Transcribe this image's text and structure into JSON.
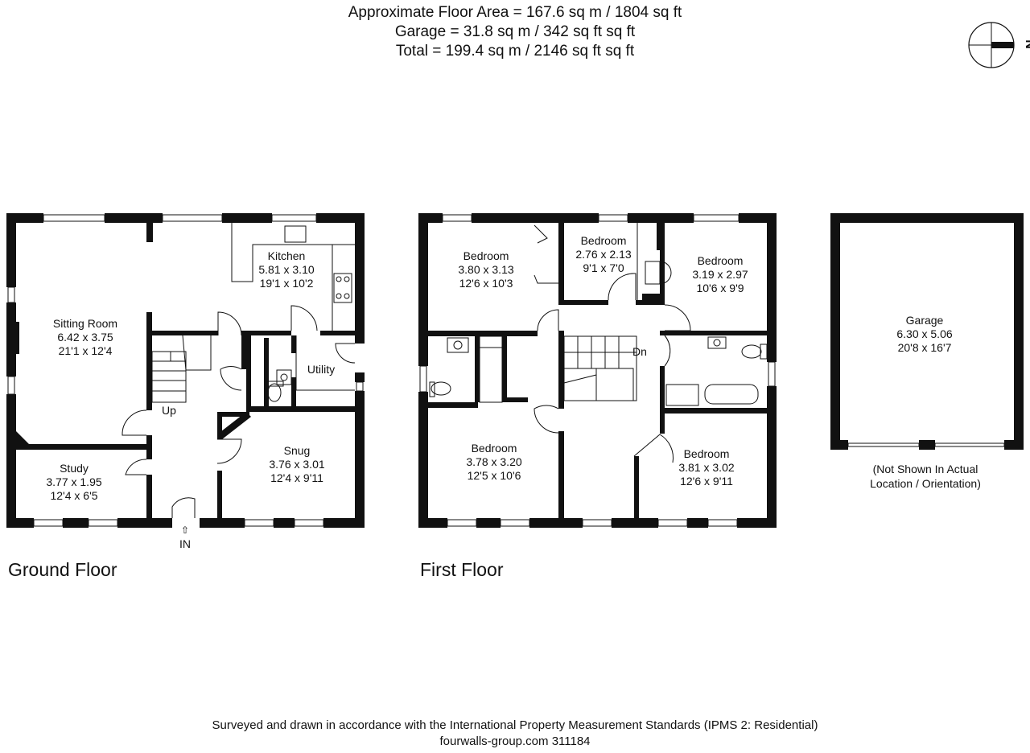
{
  "header": {
    "line1": "Approximate Floor Area = 167.6 sq m / 1804 sq ft",
    "line2": "Garage = 31.8 sq m / 342 sq ft sq ft",
    "line3": "Total = 199.4 sq m / 2146 sq ft sq ft"
  },
  "compass": {
    "label": "N"
  },
  "ground_floor": {
    "title": "Ground Floor",
    "up_label": "Up",
    "entrance_label": "IN",
    "rooms": {
      "sitting": {
        "name": "Sitting Room",
        "metric": "6.42 x 3.75",
        "imperial": "21'1 x 12'4"
      },
      "kitchen": {
        "name": "Kitchen",
        "metric": "5.81 x 3.10",
        "imperial": "19'1 x 10'2"
      },
      "utility": {
        "name": "Utility"
      },
      "study": {
        "name": "Study",
        "metric": "3.77 x 1.95",
        "imperial": "12'4 x 6'5"
      },
      "snug": {
        "name": "Snug",
        "metric": "3.76 x 3.01",
        "imperial": "12'4 x 9'11"
      }
    }
  },
  "first_floor": {
    "title": "First Floor",
    "down_label": "Dn",
    "rooms": {
      "bed1": {
        "name": "Bedroom",
        "metric": "3.80 x 3.13",
        "imperial": "12'6 x 10'3"
      },
      "bed2": {
        "name": "Bedroom",
        "metric": "2.76 x 2.13",
        "imperial": "9'1 x 7'0"
      },
      "bed3": {
        "name": "Bedroom",
        "metric": "3.19 x 2.97",
        "imperial": "10'6 x 9'9"
      },
      "bed4": {
        "name": "Bedroom",
        "metric": "3.78 x 3.20",
        "imperial": "12'5 x 10'6"
      },
      "bed5": {
        "name": "Bedroom",
        "metric": "3.81 x 3.02",
        "imperial": "12'6 x 9'11"
      }
    }
  },
  "garage": {
    "name": "Garage",
    "metric": "6.30 x 5.06",
    "imperial": "20'8 x 16'7",
    "note_line1": "(Not Shown In Actual",
    "note_line2": "Location / Orientation)"
  },
  "footer": {
    "line1": "Surveyed and drawn in accordance with the International Property Measurement Standards (IPMS 2: Residential)",
    "line2": "fourwalls-group.com 311184"
  }
}
